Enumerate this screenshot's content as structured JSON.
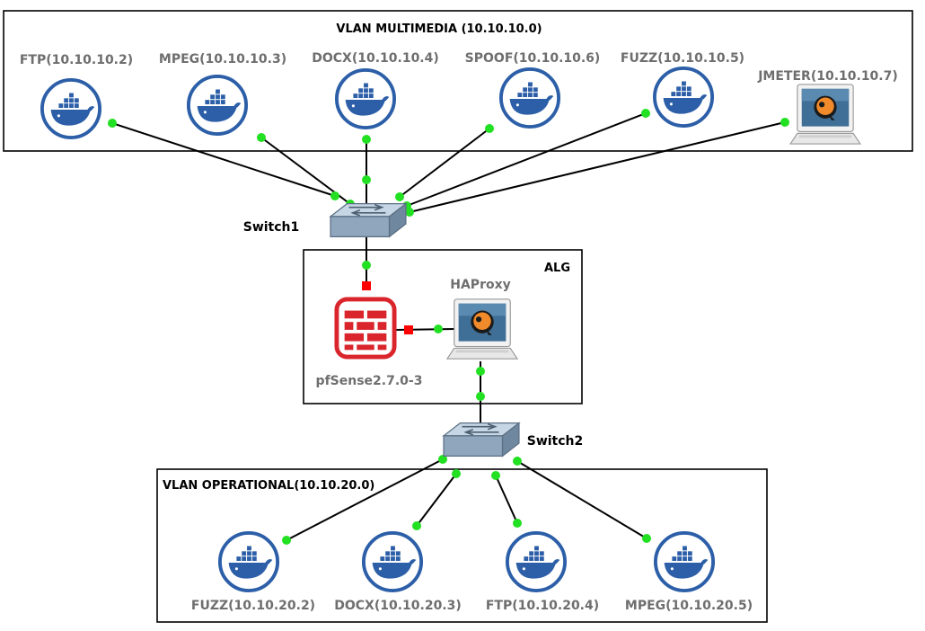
{
  "groups": {
    "multimedia": "VLAN MULTIMEDIA (10.10.10.0)",
    "alg": "ALG",
    "operational": "VLAN OPERATIONAL(10.10.20.0)"
  },
  "switches": {
    "switch1": "Switch1",
    "switch2": "Switch2"
  },
  "nodes": {
    "ftp_mm": "FTP(10.10.10.2)",
    "mpeg_mm": "MPEG(10.10.10.3)",
    "docx_mm": "DOCX(10.10.10.4)",
    "spoof_mm": "SPOOF(10.10.10.6)",
    "fuzz_mm": "FUZZ(10.10.10.5)",
    "jmeter_mm": "JMETER(10.10.10.7)",
    "haproxy": "HAProxy",
    "pfsense": "pfSense2.7.0-3",
    "fuzz_op": "FUZZ(10.10.20.2)",
    "docx_op": "DOCX(10.10.20.3)",
    "ftp_op": "FTP(10.10.20.4)",
    "mpeg_op": "MPEG(10.10.20.5)"
  },
  "icons": {
    "container": "docker-icon",
    "workstation": "qemu-workstation-icon",
    "firewall": "firewall-icon",
    "switch": "ethernet-switch-icon"
  },
  "colors": {
    "docker_blue": "#2c5fa8",
    "link_up": "#22e022",
    "link_down": "#ff0000",
    "firewall_red": "#d9252b",
    "label_gray": "#6e6e6e"
  }
}
